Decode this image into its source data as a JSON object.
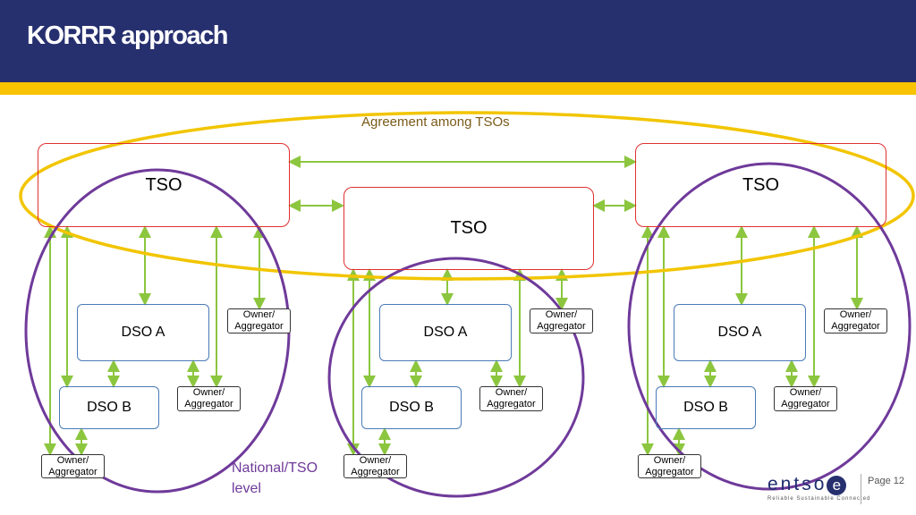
{
  "header": {
    "title": "KORRR approach"
  },
  "agreement_label": "Agreement among TSOs",
  "tso_label": "TSO",
  "dso_a_label": "DSO A",
  "dso_b_label": "DSO B",
  "owner_label": "Owner/\nAggregator",
  "national_label": "National/TSO\nlevel",
  "footer": {
    "logo_text": "entso",
    "logo_e": "e",
    "tagline": "Reliable Sustainable Connected",
    "page": "Page 12"
  },
  "colors": {
    "header_bg": "#27306f",
    "stripe": "#f8c300",
    "tso_border": "#e03030",
    "dso_border": "#4a7bb7",
    "arrow": "#8cc63f",
    "agreement_ellipse": "#f2c500",
    "national_ellipse": "#6f3a9a"
  }
}
